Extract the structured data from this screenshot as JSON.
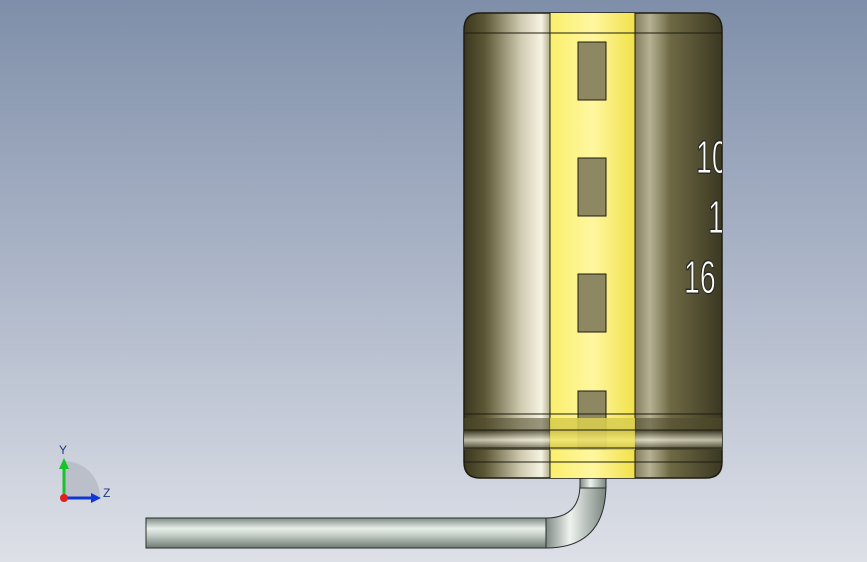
{
  "marking_lines": [
    "10",
    "1",
    "16"
  ],
  "triad": {
    "y_label": "Y",
    "z_label": "Z"
  },
  "colors": {
    "background_top": "#7f8fa9",
    "background_bottom": "#dde0e7",
    "capacitor_body": "#6b6641",
    "polarity_stripe": "#f5ea5a",
    "lead_wire": "#b9c3bd",
    "axis_y": "#19c12b",
    "axis_z": "#1136d6",
    "axis_x": "#e0201c"
  }
}
